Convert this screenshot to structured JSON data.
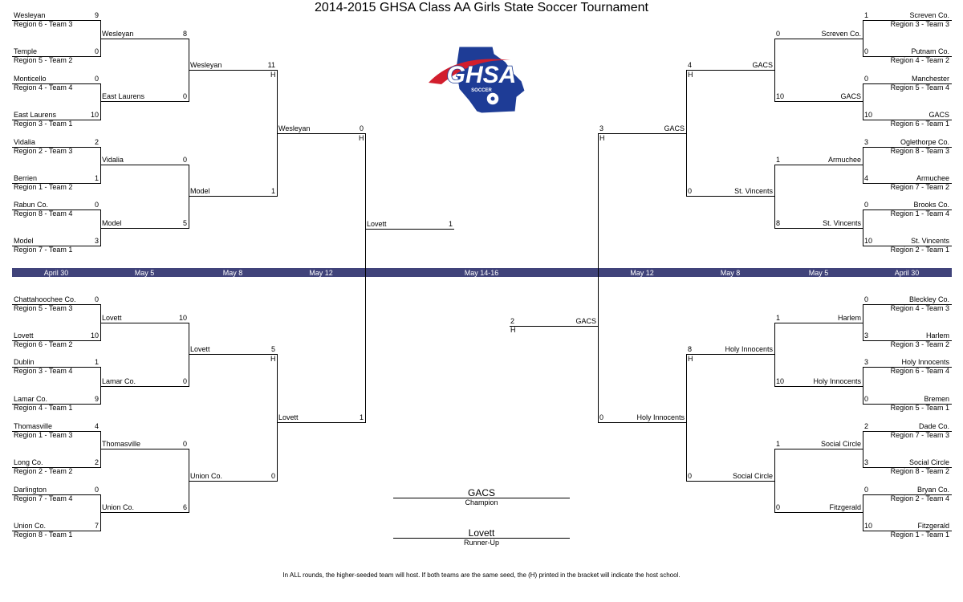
{
  "title": "2014-2015 GHSA Class AA Girls State Soccer Tournament",
  "logo": {
    "text": "GHSA",
    "subtext": "SOCCER",
    "colors": {
      "blue": "#1e3c96",
      "red": "#d21e2d",
      "gold": "#f2b705"
    }
  },
  "accent_color": "#40437a",
  "dates": [
    "April 30",
    "May 5",
    "May 8",
    "May 12",
    "May 14-16",
    "May 12",
    "May 8",
    "May 5",
    "April 30"
  ],
  "host_mark": "H",
  "champion": {
    "team": "GACS",
    "label": "Champion"
  },
  "runner_up": {
    "team": "Lovett",
    "label": "Runner-Up"
  },
  "footer": "In ALL rounds, the higher-seeded team will host.  If both teams are the same seed, the (H) printed in the bracket will indicate the host school.",
  "bracket": {
    "left_top": {
      "r1": [
        {
          "team": "Wesleyan",
          "seed": "Region 6 - Team 3",
          "score": "9"
        },
        {
          "team": "Temple",
          "seed": "Region 5 - Team 2",
          "score": "0"
        },
        {
          "team": "Monticello",
          "seed": "Region 4 - Team 4",
          "score": "0"
        },
        {
          "team": "East Laurens",
          "seed": "Region 3 - Team 1",
          "score": "10"
        },
        {
          "team": "Vidalia",
          "seed": "Region 2 - Team 3",
          "score": "2"
        },
        {
          "team": "Berrien",
          "seed": "Region 1 - Team 2",
          "score": "1"
        },
        {
          "team": "Rabun Co.",
          "seed": "Region 8 - Team 4",
          "score": "0"
        },
        {
          "team": "Model",
          "seed": "Region 7 - Team 1",
          "score": "3"
        }
      ],
      "r2": [
        {
          "team": "Wesleyan",
          "score": "8"
        },
        {
          "team": "East Laurens",
          "score": "0"
        },
        {
          "team": "Vidalia",
          "score": "0"
        },
        {
          "team": "Model",
          "score": "5"
        }
      ],
      "r3": [
        {
          "team": "Wesleyan",
          "score": "11"
        },
        {
          "team": "Model",
          "score": "1"
        }
      ],
      "r4": [
        {
          "team": "Wesleyan",
          "score": "0"
        }
      ]
    },
    "left_bottom": {
      "r1": [
        {
          "team": "Chattahoochee Co.",
          "seed": "Region 5 - Team 3",
          "score": "0"
        },
        {
          "team": "Lovett",
          "seed": "Region 6 - Team 2",
          "score": "10"
        },
        {
          "team": "Dublin",
          "seed": "Region 3 - Team 4",
          "score": "1"
        },
        {
          "team": "Lamar Co.",
          "seed": "Region 4 - Team 1",
          "score": "9"
        },
        {
          "team": "Thomasville",
          "seed": "Region 1 - Team 3",
          "score": "4"
        },
        {
          "team": "Long Co.",
          "seed": "Region 2 - Team 2",
          "score": "2"
        },
        {
          "team": "Darlington",
          "seed": "Region 7 - Team 4",
          "score": "0"
        },
        {
          "team": "Union Co.",
          "seed": "Region 8 - Team 1",
          "score": "7"
        }
      ],
      "r2": [
        {
          "team": "Lovett",
          "score": "10"
        },
        {
          "team": "Lamar Co.",
          "score": "0"
        },
        {
          "team": "Thomasville",
          "score": "0"
        },
        {
          "team": "Union Co.",
          "score": "6"
        }
      ],
      "r3": [
        {
          "team": "Lovett",
          "score": "5"
        },
        {
          "team": "Union Co.",
          "score": "0"
        }
      ],
      "r4": [
        {
          "team": "Lovett",
          "score": "1"
        }
      ]
    },
    "right_top": {
      "r1": [
        {
          "team": "Screven Co.",
          "seed": "Region 3 - Team 3",
          "score": "1"
        },
        {
          "team": "Putnam Co.",
          "seed": "Region 4 - Team 2",
          "score": "0"
        },
        {
          "team": "Manchester",
          "seed": "Region 5 - Team 4",
          "score": "0"
        },
        {
          "team": "GACS",
          "seed": "Region 6 - Team 1",
          "score": "10"
        },
        {
          "team": "Oglethorpe Co.",
          "seed": "Region 8 - Team 3",
          "score": "3"
        },
        {
          "team": "Armuchee",
          "seed": "Region 7 - Team 2",
          "score": "4"
        },
        {
          "team": "Brooks Co.",
          "seed": "Region 1 - Team 4",
          "score": "0"
        },
        {
          "team": "St. Vincents",
          "seed": "Region 2 - Team 1",
          "score": "10"
        }
      ],
      "r2": [
        {
          "team": "Screven Co.",
          "score": "0"
        },
        {
          "team": "GACS",
          "score": "10"
        },
        {
          "team": "Armuchee",
          "score": "1"
        },
        {
          "team": "St. Vincents",
          "score": "8"
        }
      ],
      "r3": [
        {
          "team": "GACS",
          "score": "4"
        },
        {
          "team": "St. Vincents",
          "score": "0"
        }
      ],
      "r4": [
        {
          "team": "GACS",
          "score": "3"
        }
      ]
    },
    "right_bottom": {
      "r1": [
        {
          "team": "Bleckley Co.",
          "seed": "Region 4 - Team 3",
          "score": "0"
        },
        {
          "team": "Harlem",
          "seed": "Region 3 - Team 2",
          "score": "3"
        },
        {
          "team": "Holy Innocents",
          "seed": "Region 6 - Team 4",
          "score": "3"
        },
        {
          "team": "Bremen",
          "seed": "Region 5 - Team 1",
          "score": "0"
        },
        {
          "team": "Dade Co.",
          "seed": "Region 7 - Team 3",
          "score": "2"
        },
        {
          "team": "Social Circle",
          "seed": "Region 8 - Team 2",
          "score": "3"
        },
        {
          "team": "Bryan Co.",
          "seed": "Region 2 - Team 4",
          "score": "0"
        },
        {
          "team": "Fitzgerald",
          "seed": "Region 1 - Team 1",
          "score": "10"
        }
      ],
      "r2": [
        {
          "team": "Harlem",
          "score": "1"
        },
        {
          "team": "Holy Innocents",
          "score": "10"
        },
        {
          "team": "Social Circle",
          "score": "1"
        },
        {
          "team": "Fitzgerald",
          "score": "0"
        }
      ],
      "r3": [
        {
          "team": "Holy Innocents",
          "score": "8"
        },
        {
          "team": "Social Circle",
          "score": "0"
        }
      ],
      "r4": [
        {
          "team": "Holy Innocents",
          "score": "0"
        }
      ]
    },
    "semi_left": {
      "team": "Lovett",
      "score": "1"
    },
    "semi_right": {
      "team": "GACS",
      "score": "2"
    }
  }
}
